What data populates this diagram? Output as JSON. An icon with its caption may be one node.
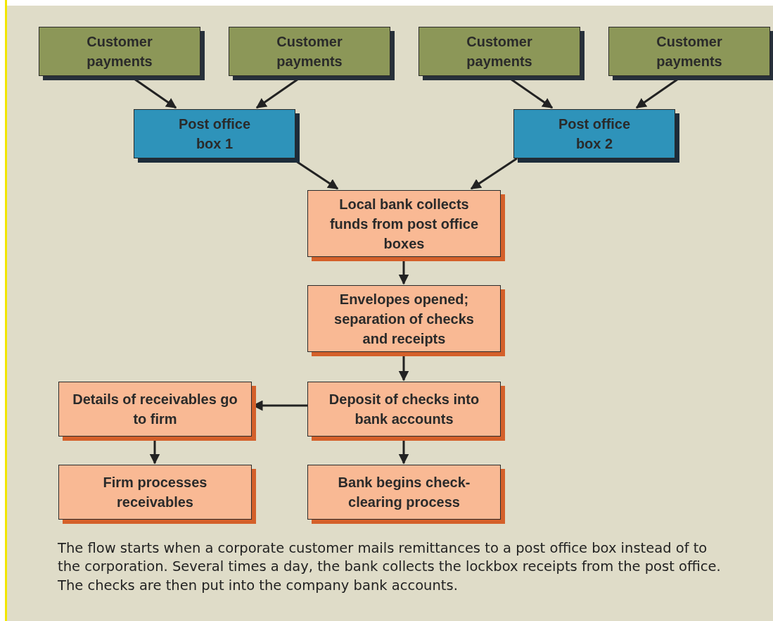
{
  "diagram": {
    "caption": "The flow starts when a corporate customer mails remittances to a post office box instead of to the corporation. Several times a day, the bank collects the lockbox receipts from the post office. The checks are then put into the company bank accounts.",
    "nodes": [
      {
        "text": [
          "Customer payments"
        ]
      },
      {
        "text": [
          "Customer payments"
        ]
      },
      {
        "text": [
          "Customer payments"
        ]
      },
      {
        "text": [
          "Customer payments"
        ]
      },
      {
        "text": [
          "Post office box 1"
        ]
      },
      {
        "text": [
          "Post office box 2"
        ]
      },
      {
        "text": [
          "Local bank collects funds from post office boxes"
        ]
      },
      {
        "text": [
          "Envelopes opened; separation of checks and receipts"
        ]
      },
      {
        "text": [
          "Details of receivables go to firm"
        ]
      },
      {
        "text": [
          "Deposit of checks into bank accounts"
        ]
      },
      {
        "text": [
          "Firm processes receivables"
        ]
      },
      {
        "text": [
          "Bank begins check-clearing process"
        ]
      }
    ],
    "edges": [
      {
        "from": 0,
        "to": 4,
        "arrow": "to"
      },
      {
        "from": 1,
        "to": 4,
        "arrow": "to"
      },
      {
        "from": 2,
        "to": 5,
        "arrow": "to"
      },
      {
        "from": 3,
        "to": 5,
        "arrow": "to"
      },
      {
        "from": 4,
        "to": 6,
        "arrow": "to"
      },
      {
        "from": 5,
        "to": 6,
        "arrow": "to"
      },
      {
        "from": 6,
        "to": 7,
        "arrow": "to"
      },
      {
        "from": 7,
        "to": 9,
        "arrow": "to"
      },
      {
        "from": 9,
        "to": 8,
        "arrow": "to"
      },
      {
        "from": 8,
        "to": 10,
        "arrow": "to"
      },
      {
        "from": 9,
        "to": 11,
        "arrow": "to"
      }
    ]
  }
}
